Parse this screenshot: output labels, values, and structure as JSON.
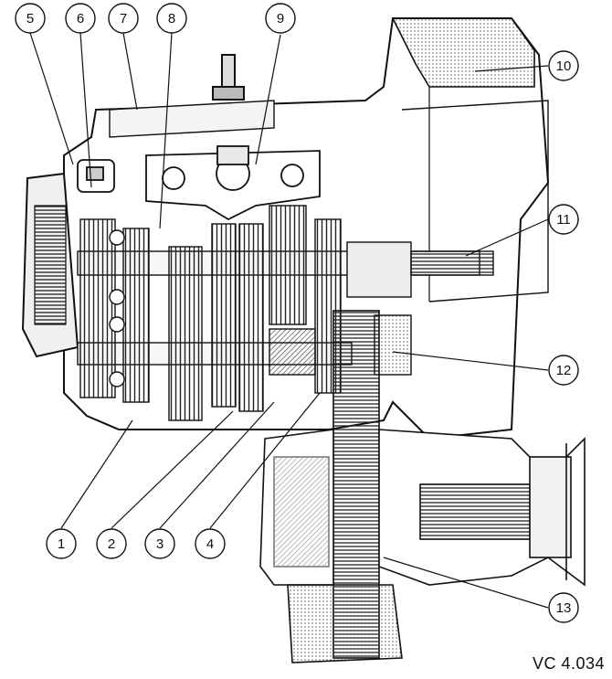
{
  "callouts": [
    {
      "id": "c1",
      "label": "1"
    },
    {
      "id": "c2",
      "label": "2"
    },
    {
      "id": "c3",
      "label": "3"
    },
    {
      "id": "c4",
      "label": "4"
    },
    {
      "id": "c5",
      "label": "5"
    },
    {
      "id": "c6",
      "label": "6"
    },
    {
      "id": "c7",
      "label": "7"
    },
    {
      "id": "c8",
      "label": "8"
    },
    {
      "id": "c9",
      "label": "9"
    },
    {
      "id": "c10",
      "label": "10"
    },
    {
      "id": "c11",
      "label": "11"
    },
    {
      "id": "c12",
      "label": "12"
    },
    {
      "id": "c13",
      "label": "13"
    }
  ],
  "reference_code": "VC 4.034",
  "colors": {
    "ink": "#111111",
    "paper": "#ffffff",
    "shade": "#9a9a9a"
  }
}
